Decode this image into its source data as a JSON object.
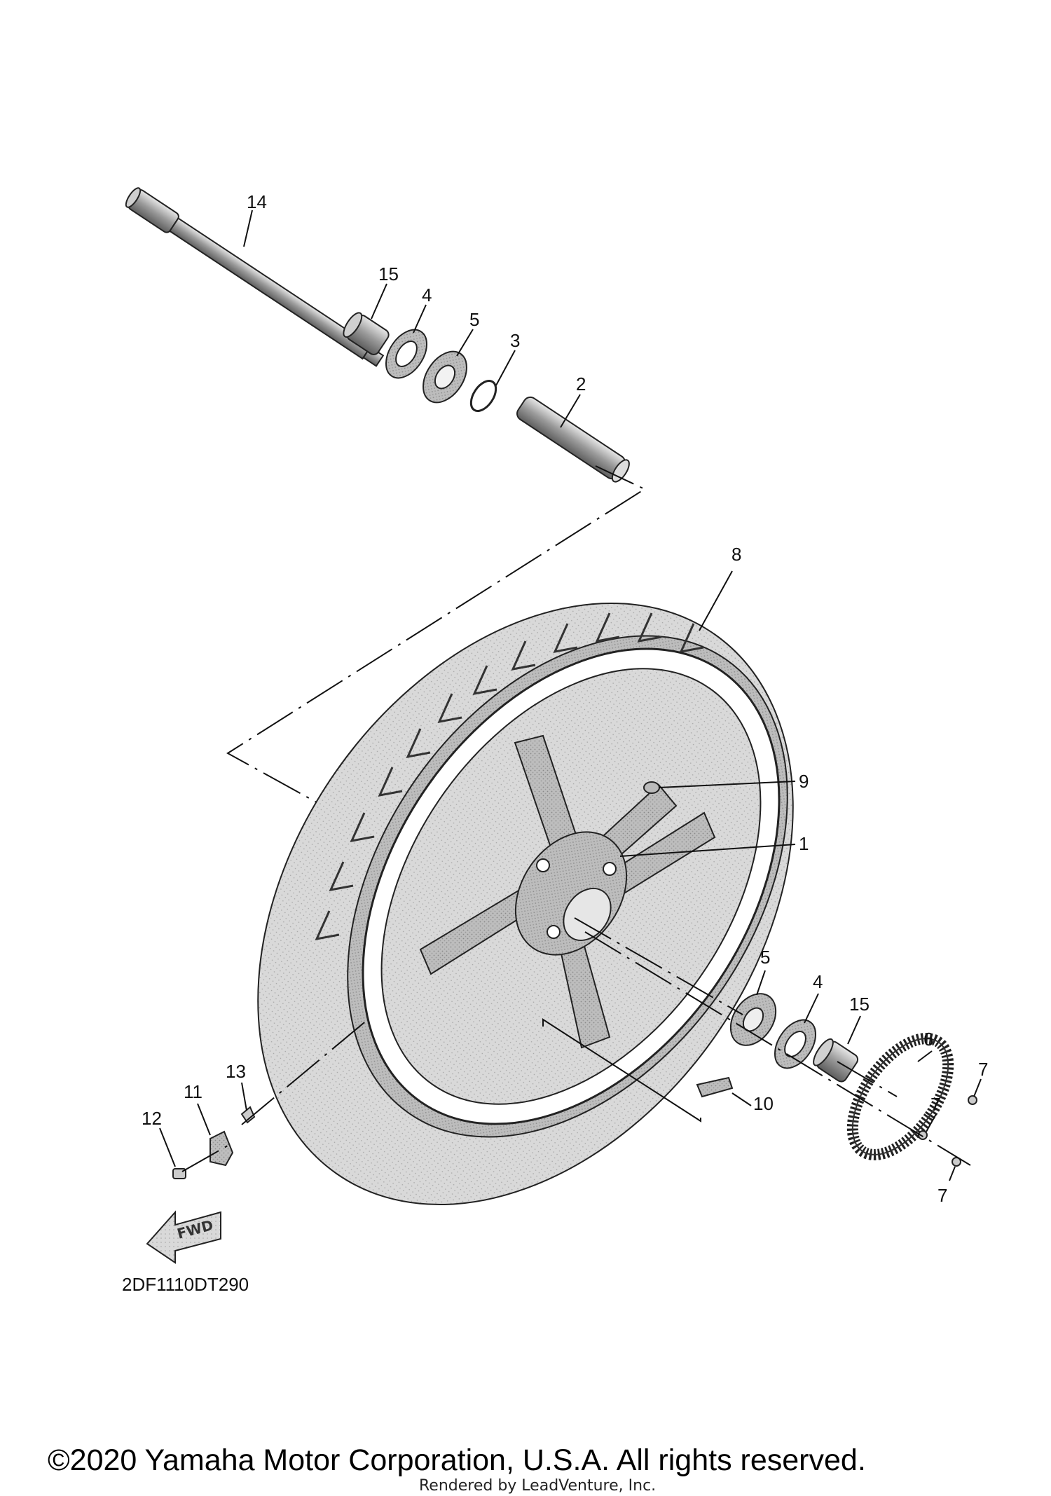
{
  "diagram": {
    "reference_code": "2DF1110DT290",
    "direction_label": "FWD",
    "copyright": "©2020 Yamaha Motor Corporation, U.S.A. All rights reserved.",
    "rendered_by": "Rendered by LeadVenture, Inc.",
    "callouts": {
      "c14": "14",
      "c15a": "15",
      "c4a": "4",
      "c5a": "5",
      "c3": "3",
      "c2": "2",
      "c8": "8",
      "c9": "9",
      "c1": "1",
      "c5b": "5",
      "c4b": "4",
      "c15b": "15",
      "c6": "6",
      "c7a": "7",
      "c7b": "7",
      "c7c": "7",
      "c10": "10",
      "c13": "13",
      "c11": "11",
      "c12": "12"
    }
  }
}
